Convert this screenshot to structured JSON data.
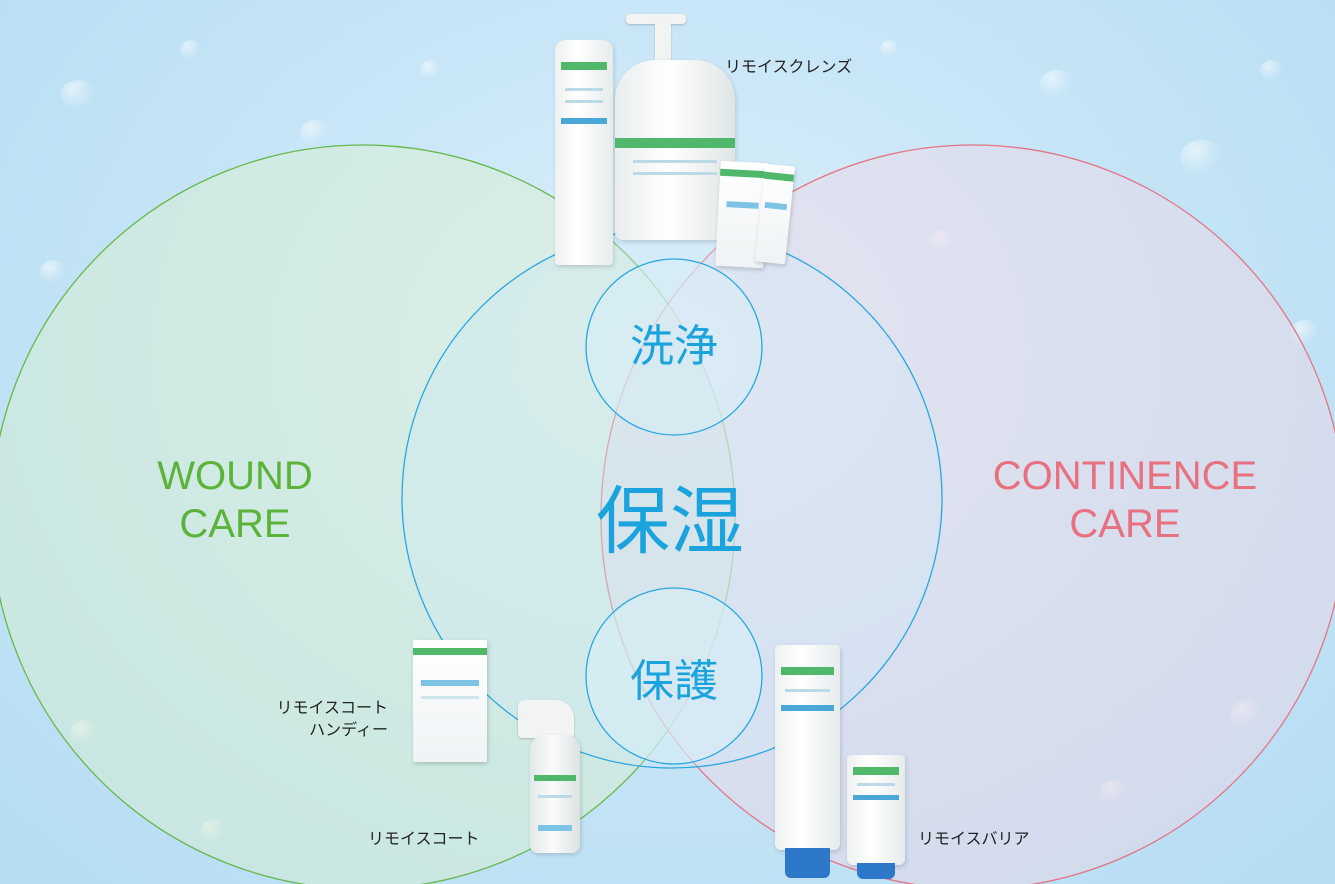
{
  "circles": {
    "wound": {
      "label_line1": "WOUND",
      "label_line2": "CARE",
      "color": "#5bb33a"
    },
    "continence": {
      "label_line1": "CONTINENCE",
      "label_line2": "CARE",
      "color": "#e8707f"
    },
    "center": {
      "label": "保湿",
      "color": "#1aa3dc"
    },
    "top_bubble": {
      "label": "洗浄"
    },
    "bottom_bubble": {
      "label": "保護"
    }
  },
  "products": {
    "cleanse": {
      "name": "リモイスクレンズ"
    },
    "coat_handy": {
      "name_line1": "リモイスコート",
      "name_line2": "ハンディー"
    },
    "coat": {
      "name": "リモイスコート"
    },
    "barrier": {
      "name": "リモイスバリア"
    }
  }
}
